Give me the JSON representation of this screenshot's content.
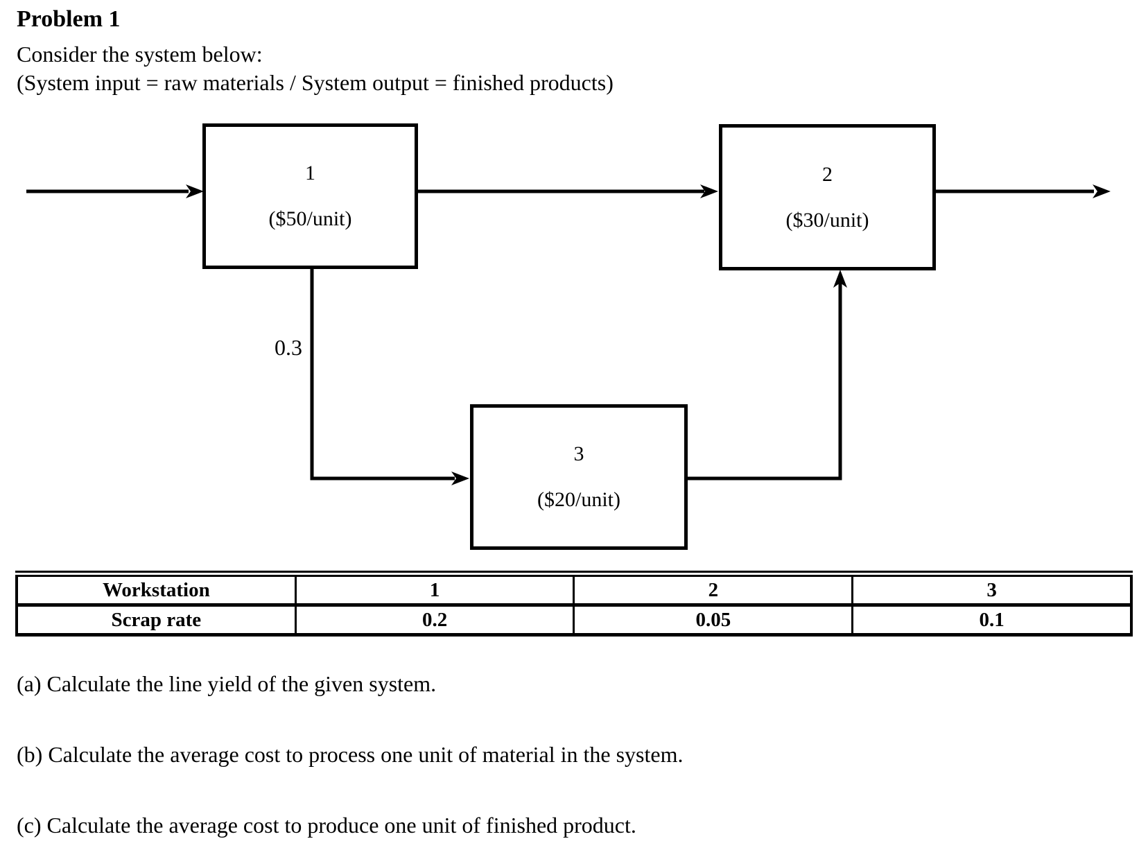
{
  "header": {
    "title": "Problem 1",
    "line1": "Consider the system below:",
    "line2": "(System input = raw materials / System output = finished products)"
  },
  "diagram": {
    "boxes": [
      {
        "label": "1",
        "cost": "($50/unit)"
      },
      {
        "label": "2",
        "cost": "($30/unit)"
      },
      {
        "label": "3",
        "cost": "($20/unit)"
      }
    ],
    "branch_label": "0.3"
  },
  "table": {
    "rows": [
      {
        "label": "Workstation",
        "values": [
          "1",
          "2",
          "3"
        ]
      },
      {
        "label": "Scrap rate",
        "values": [
          "0.2",
          "0.05",
          "0.1"
        ]
      }
    ]
  },
  "questions": {
    "a": "(a) Calculate the line yield of the given system.",
    "b": "(b) Calculate the average cost to process one unit of material in the system.",
    "c": "(c) Calculate the average cost to produce one unit of finished product."
  }
}
